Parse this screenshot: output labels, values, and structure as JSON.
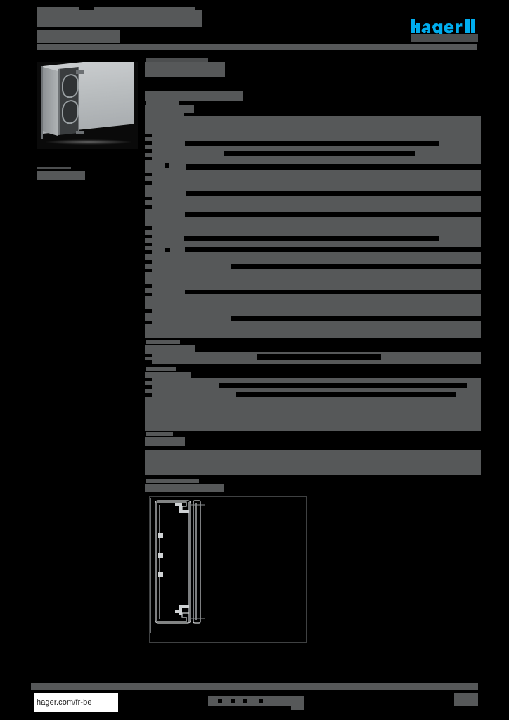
{
  "document": {
    "type": "product-datasheet",
    "brand": "hager",
    "redacted": true
  },
  "header": {
    "title": "",
    "subtitle": "",
    "logo_text": "hager",
    "logo_color": "#00aeef"
  },
  "left_column": {
    "product_image_alt": "",
    "reference_caption": ""
  },
  "main": {
    "page_heading": "",
    "intro_line": "",
    "sections": [
      {
        "heading": "",
        "rows": [
          {
            "label": "",
            "value": "",
            "value_width": 74,
            "value_left": 0
          },
          {
            "label": "",
            "value": "",
            "value_width": 74,
            "value_left": 0
          },
          {
            "label": "",
            "value": "",
            "value_width": 74,
            "value_left": 0
          },
          {
            "label": "",
            "value": "",
            "value_width": 74,
            "value_left": 0
          },
          {
            "label": "",
            "value": "",
            "value_width": 74,
            "value_left": 0
          },
          {
            "label": "",
            "value": "",
            "value_width": 74,
            "value_left": 0
          },
          {
            "label": "",
            "value": "",
            "value_width": 74,
            "value_left": 0
          },
          {
            "label": "",
            "value": "",
            "value_width": 74,
            "value_left": 0
          },
          {
            "label": "",
            "value": "",
            "value_width": 74,
            "value_left": 0
          },
          {
            "label": "",
            "value": "",
            "value_width": 74,
            "value_left": 0
          },
          {
            "label": "",
            "value": "",
            "value_width": 74,
            "value_left": 0
          },
          {
            "label": "",
            "value": "",
            "value_width": 74,
            "value_left": 0
          },
          {
            "label": "",
            "value": "",
            "value_width": 74,
            "value_left": 0
          },
          {
            "label": "",
            "value": "",
            "value_width": 74,
            "value_left": 0
          }
        ]
      },
      {
        "heading": "",
        "rows": [
          {
            "label": "",
            "value": ""
          }
        ]
      },
      {
        "heading": "",
        "rows": [
          {
            "label": "",
            "value": ""
          },
          {
            "label": "",
            "value": ""
          },
          {
            "label": "",
            "value": ""
          }
        ]
      },
      {
        "heading": "",
        "rows": [
          {
            "label": "",
            "value": ""
          }
        ]
      },
      {
        "heading": "",
        "drawing": true
      }
    ]
  },
  "footer": {
    "url": "hager.com/fr-be",
    "center_note": "",
    "page_number": ""
  },
  "colors": {
    "background": "#000000",
    "redaction": "#565859",
    "redaction_dark": "#4c4e4f",
    "brand": "#00aeef",
    "footer_box": "#ffffff",
    "text": "#1b1b1b"
  }
}
